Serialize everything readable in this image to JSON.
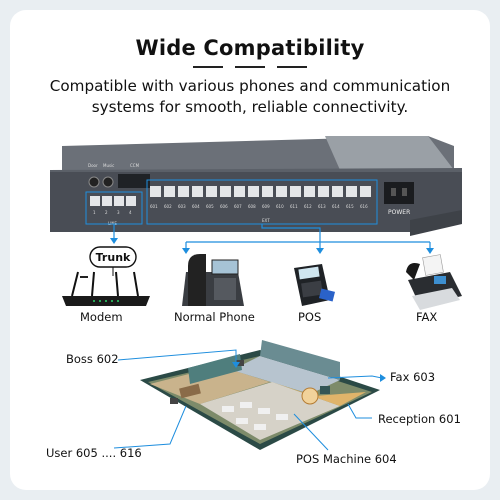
{
  "heading": {
    "title": "Wide Compatibility",
    "subtitle": "Compatible with various phones and communication systems for smooth, reliable connectivity."
  },
  "device": {
    "jack_labels": [
      "Door",
      "Music",
      "CCM"
    ],
    "line_group_label": "LINE",
    "line_port_numbers": [
      "1",
      "2",
      "3",
      "4"
    ],
    "ext_group_label": "EXT",
    "ext_port_numbers": [
      "601",
      "602",
      "603",
      "604",
      "605",
      "606",
      "607",
      "608",
      "609",
      "610",
      "611",
      "612",
      "613",
      "614",
      "615",
      "616"
    ],
    "power_label": "POWER"
  },
  "connections": {
    "trunk_label": "Trunk",
    "devices": [
      {
        "label": "Modem",
        "icon": "router-icon"
      },
      {
        "label": "Normal Phone",
        "icon": "desk-phone-icon"
      },
      {
        "label": "POS",
        "icon": "pos-terminal-icon"
      },
      {
        "label": "FAX",
        "icon": "fax-machine-icon"
      }
    ]
  },
  "office": {
    "callouts": [
      {
        "label": "Boss 602"
      },
      {
        "label": "Fax 603"
      },
      {
        "label": "Reception 601"
      },
      {
        "label": "User 605 .... 616"
      },
      {
        "label": "POS Machine 604"
      }
    ]
  },
  "colors": {
    "accent": "#1e8ede",
    "device_body": "#5b6068",
    "device_front": "#494d55"
  }
}
